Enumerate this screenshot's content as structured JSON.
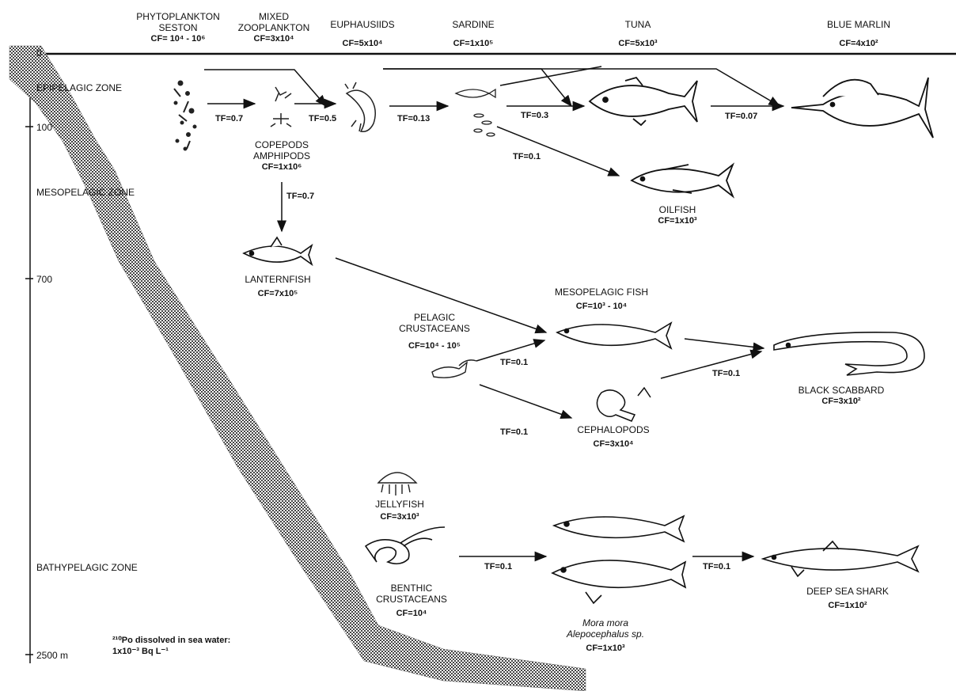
{
  "depth_axis": {
    "ticks": [
      "0",
      "100",
      "700",
      "2500 m"
    ]
  },
  "zones": {
    "epipelagic": "EPIPELAGIC ZONE",
    "mesopelagic": "MESOPELAGIC ZONE",
    "bathypelagic": "BATHYPELAGIC ZONE"
  },
  "organisms": {
    "phytoplankton": {
      "name1": "PHYTOPLANKTON",
      "name2": "SESTON",
      "cf": "CF= 10⁴ - 10⁶"
    },
    "zooplankton": {
      "name1": "MIXED",
      "name2": "ZOOPLANKTON",
      "cf": "CF=3x10⁴"
    },
    "euphausiids": {
      "name1": "EUPHAUSIIDS",
      "cf": "CF=5x10⁴"
    },
    "sardine": {
      "name1": "SARDINE",
      "cf": "CF=1x10⁵"
    },
    "tuna": {
      "name1": "TUNA",
      "cf": "CF=5x10³"
    },
    "blue_marlin": {
      "name1": "BLUE MARLIN",
      "cf": "CF=4x10²"
    },
    "copepods": {
      "name1": "COPEPODS",
      "name2": "AMPHIPODS",
      "cf": "CF=1x10⁶"
    },
    "oilfish": {
      "name1": "OILFISH",
      "cf": "CF=1x10³"
    },
    "lanternfish": {
      "name1": "LANTERNFISH",
      "cf": "CF=7x10⁵"
    },
    "mesopelagic_fish": {
      "name1": "MESOPELAGIC FISH",
      "cf": "CF=10³ - 10⁴"
    },
    "pelagic_crustaceans": {
      "name1": "PELAGIC",
      "name2": "CRUSTACEANS",
      "cf": "CF=10⁴ - 10⁵"
    },
    "black_scabbard": {
      "name1": "BLACK SCABBARD",
      "cf": "CF=3x10²"
    },
    "cephalopods": {
      "name1": "CEPHALOPODS",
      "cf": "CF=3x10⁴"
    },
    "jellyfish": {
      "name1": "JELLYFISH",
      "cf": "CF=3x10³"
    },
    "benthic_crustaceans": {
      "name1": "BENTHIC",
      "name2": "CRUSTACEANS",
      "cf": "CF=10⁴"
    },
    "mora": {
      "name1": "Mora mora",
      "name2": "Alepocephalus sp.",
      "cf": "CF=1x10³"
    },
    "deep_sea_shark": {
      "name1": "DEEP SEA SHARK",
      "cf": "CF=1x10²"
    }
  },
  "transfer_factors": {
    "phyto_zoo": "TF=0.7",
    "zoo_euph": "TF=0.5",
    "euph_sardine": "TF=0.13",
    "sardine_tuna": "TF=0.3",
    "tuna_marlin": "TF=0.07",
    "sardine_oilfish": "TF=0.1",
    "copepods_lantern": "TF=0.7",
    "crust_mesofish": "TF=0.1",
    "crust_cephalo": "TF=0.1",
    "to_scabbard": "TF=0.1",
    "benthic_mora": "TF=0.1",
    "mora_shark": "TF=0.1"
  },
  "seawater_note": {
    "line1": "²¹⁰Po dissolved in sea water:",
    "line2": "1x10⁻³  Bq L⁻¹"
  },
  "colors": {
    "ink": "#111111",
    "band": "#555555"
  }
}
